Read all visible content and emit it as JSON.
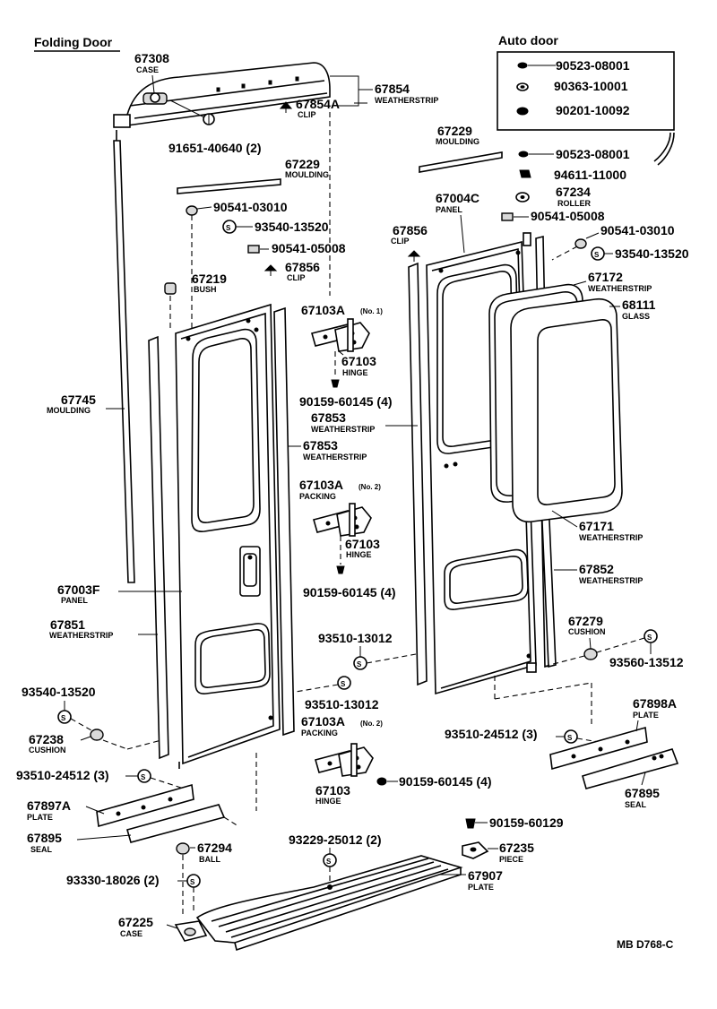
{
  "headings": {
    "folding": "Folding Door",
    "auto": "Auto door",
    "code": "MB D768-C"
  },
  "labels": {
    "p67308": "67308",
    "n67308": "CASE",
    "p67854": "67854",
    "n67854": "WEATHERSTRIP",
    "p67854a": "67854A",
    "n67854a": "CLIP",
    "p91651": "91651-40640 (2)",
    "p67229l": "67229",
    "n67229l": "MOULDING",
    "p90541a": "90541-03010",
    "p93540a": "93540-13520",
    "p90541b": "90541-05008",
    "p67856l": "67856",
    "n67856l": "CLIP",
    "p67219": "67219",
    "n67219": "BUSH",
    "p67103al1": "67103A",
    "s67103al1": "(No. 1)",
    "p67103l1": "67103",
    "n67103l1": "HINGE",
    "p90159a": "90159-60145 (4)",
    "p67745": "67745",
    "n67745": "MOULDING",
    "p67853a": "67853",
    "n67853a": "WEATHERSTRIP",
    "p67853b": "67853",
    "n67853b": "WEATHERSTRIP",
    "p67103al2": "67103A",
    "s67103al2": "(No. 2)",
    "n67103al2": "PACKING",
    "p67103l2": "67103",
    "n67103l2": "HINGE",
    "p90159b": "90159-60145 (4)",
    "p67003f": "67003F",
    "n67003f": "PANEL",
    "p67851": "67851",
    "n67851": "WEATHERSTRIP",
    "p93510a": "93510-13012",
    "p93510b": "93510-13012",
    "p67103al3": "67103A",
    "s67103al3": "(No. 2)",
    "n67103al3": "PACKING",
    "p93540l": "93540-13520",
    "p67238": "67238",
    "n67238": "CUSHION",
    "p67103l3": "67103",
    "n67103l3": "HINGE",
    "p90159c": "90159-60145 (4)",
    "p93510c": "93510-24512 (3)",
    "p67897a": "67897A",
    "n67897a": "PLATE",
    "p67895l": "67895",
    "n67895l": "SEAL",
    "p67294": "67294",
    "n67294": "BALL",
    "p93330": "93330-18026 (2)",
    "p67225": "67225",
    "n67225": "CASE",
    "p93229": "93229-25012 (2)",
    "p67907": "67907",
    "n67907": "PLATE",
    "box1": "90523-08001",
    "box2": "90363-10001",
    "box3": "90201-10092",
    "p67229r": "67229",
    "n67229r": "MOULDING",
    "p90523b": "90523-08001",
    "p94611": "94611-11000",
    "p67234": "67234",
    "n67234": "ROLLER",
    "p67004c": "67004C",
    "n67004c": "PANEL",
    "p90541c": "90541-05008",
    "p67856r": "67856",
    "n67856r": "CLIP",
    "p90541d": "90541-03010",
    "p93540r": "93540-13520",
    "p67172": "67172",
    "n67172": "WEATHERSTRIP",
    "p68111": "68111",
    "n68111": "GLASS",
    "p67171": "67171",
    "n67171": "WEATHERSTRIP",
    "p67852": "67852",
    "n67852": "WEATHERSTRIP",
    "p67279": "67279",
    "n67279": "CUSHION",
    "p93560": "93560-13512",
    "p67898a": "67898A",
    "n67898a": "PLATE",
    "p93510r": "93510-24512 (3)",
    "p67895r": "67895",
    "n67895r": "SEAL",
    "p90159d": "90159-60129",
    "p67235": "67235",
    "n67235": "PIECE"
  }
}
